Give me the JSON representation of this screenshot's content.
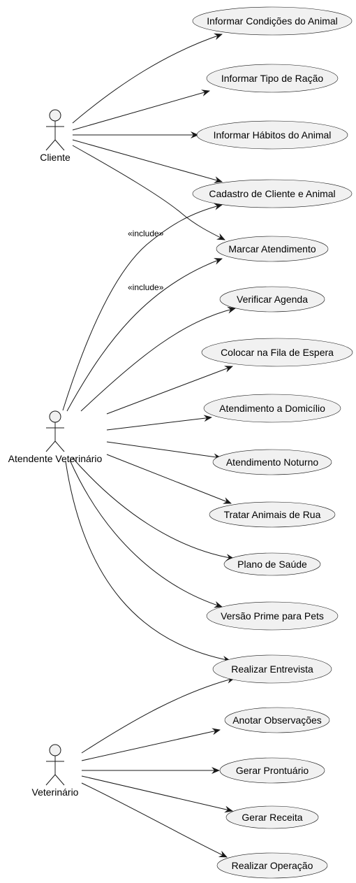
{
  "actors": {
    "cliente": "Cliente",
    "atendente": "Atendente Veterinário",
    "veterinario": "Veterinário"
  },
  "use_cases": {
    "informar_condicoes": "Informar Condições do Animal",
    "informar_racao": "Informar Tipo de Ração",
    "informar_habitos": "Informar Hábitos do Animal",
    "cadastro": "Cadastro de Cliente e Animal",
    "marcar_atendimento": "Marcar Atendimento",
    "verificar_agenda": "Verificar Agenda",
    "fila_espera": "Colocar na Fila de Espera",
    "domicilio": "Atendimento a Domicílio",
    "noturno": "Atendimento Noturno",
    "animais_rua": "Tratar Animais de Rua",
    "plano_saude": "Plano de Saúde",
    "versao_prime": "Versão Prime para Pets",
    "entrevista": "Realizar Entrevista",
    "observacoes": "Anotar Observações",
    "prontuario": "Gerar Prontuário",
    "receita": "Gerar Receita",
    "operacao": "Realizar Operação"
  },
  "relations": {
    "include_1": "«include»",
    "include_2": "«include»"
  },
  "colors": {
    "use_case_fill": "#f1f1f1",
    "line": "#181818"
  }
}
